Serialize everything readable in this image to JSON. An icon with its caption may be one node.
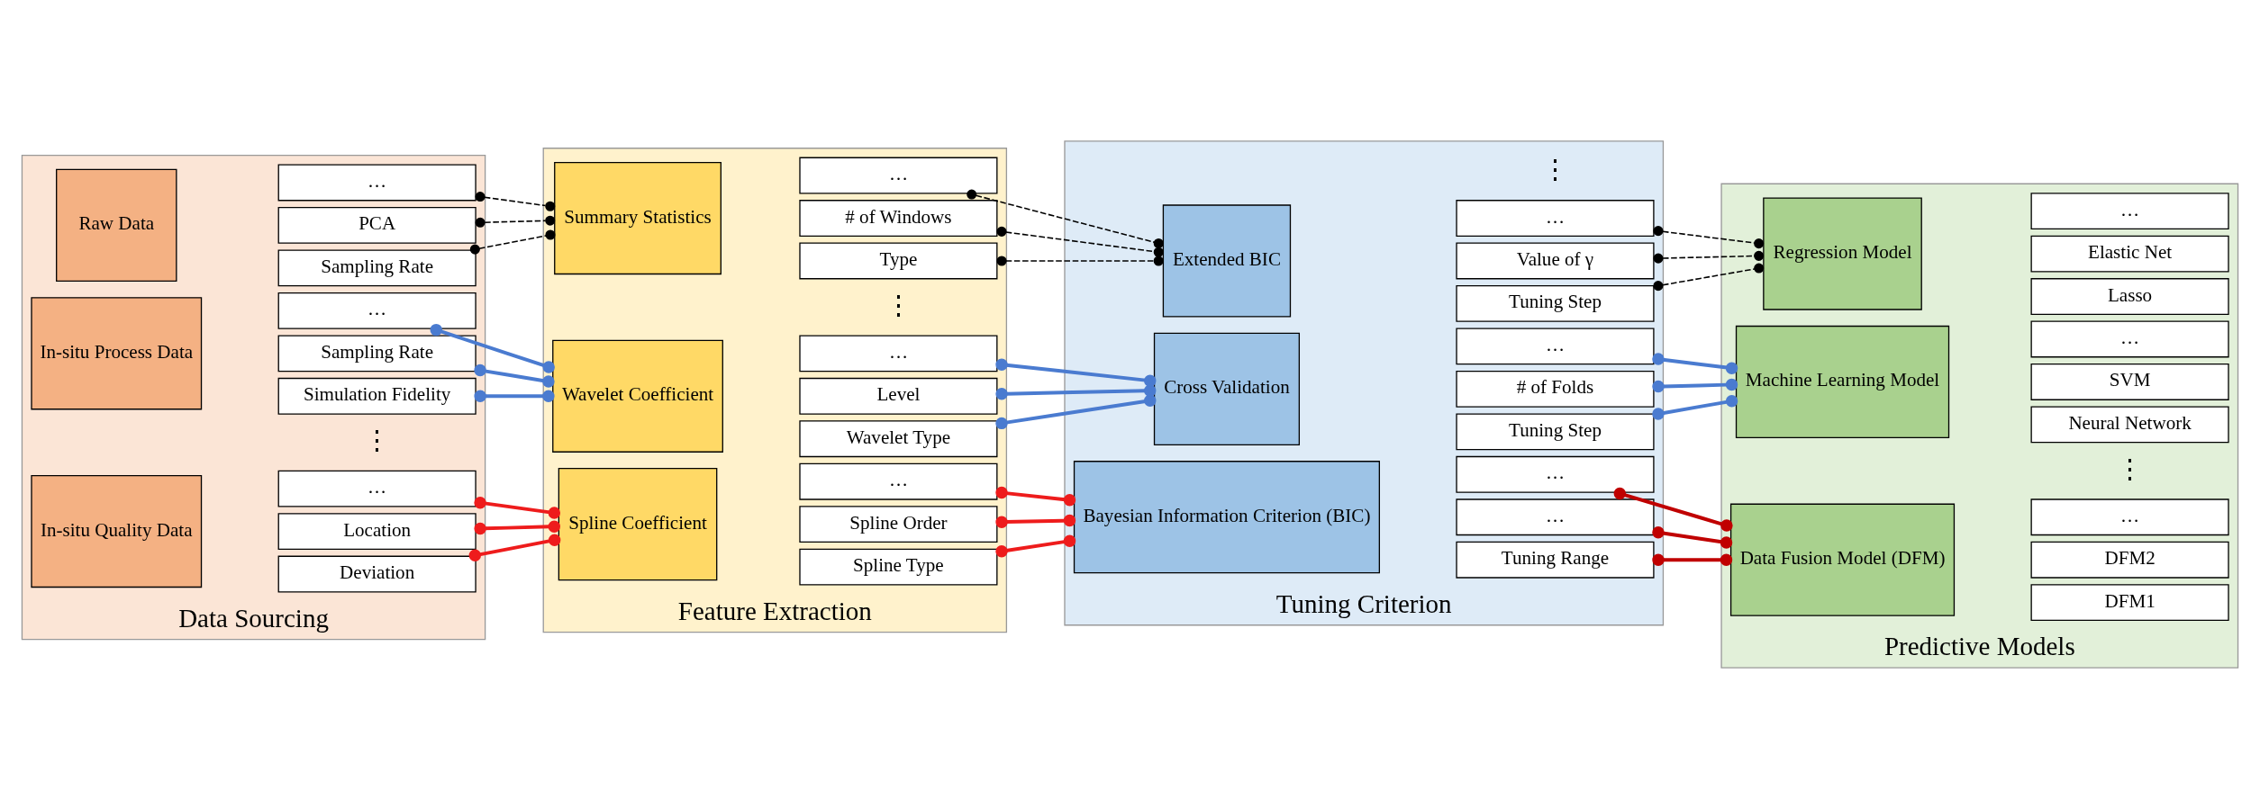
{
  "diagram": {
    "nodes": [
      {
        "text": [
          "Data Sourcing"
        ]
      },
      {
        "text": [
          "Raw Data"
        ],
        "in": 0
      },
      {
        "text": [
          "Sampling Rate"
        ],
        "in": 0
      },
      {
        "text": [
          "PCA"
        ],
        "in": 0
      },
      {
        "text": [
          "…"
        ],
        "in": 0
      },
      {
        "text": [
          "In-situ Process Data"
        ],
        "in": 0
      },
      {
        "text": [
          "Simulation Fidelity"
        ],
        "in": 0
      },
      {
        "text": [
          "Sampling Rate"
        ],
        "in": 0
      },
      {
        "text": [
          "…"
        ],
        "in": 0
      },
      {
        "text": [
          "In-situ Quality Data"
        ],
        "in": 0
      },
      {
        "text": [
          "Deviation"
        ],
        "in": 0
      },
      {
        "text": [
          "Location"
        ],
        "in": 0
      },
      {
        "text": [
          "…"
        ],
        "in": 0
      },
      {
        "text": [
          "Feature Extraction"
        ]
      },
      {
        "text": [
          "Summary Statistics"
        ],
        "in": 13
      },
      {
        "text": [
          "Type"
        ],
        "in": 13
      },
      {
        "text": [
          "# of Windows"
        ],
        "in": 13
      },
      {
        "text": [
          "…"
        ],
        "in": 13
      },
      {
        "text": [
          "Spline Coefficient"
        ],
        "in": 13
      },
      {
        "text": [
          "Spline Type"
        ],
        "in": 13
      },
      {
        "text": [
          "Spline Order"
        ],
        "in": 13
      },
      {
        "text": [
          "…"
        ],
        "in": 13
      },
      {
        "text": [
          "Wavelet Coefficient"
        ],
        "in": 13
      },
      {
        "text": [
          "Wavelet Type"
        ],
        "in": 13
      },
      {
        "text": [
          "Level"
        ],
        "in": 13
      },
      {
        "text": [
          "…"
        ],
        "in": 13
      },
      {
        "text": [
          "Tuning Criterion"
        ]
      },
      {
        "text": [
          "Cross Validation"
        ],
        "in": 26
      },
      {
        "text": [
          "Tuning Step"
        ],
        "in": 26
      },
      {
        "text": [
          "# of Folds"
        ],
        "in": 26
      },
      {
        "text": [
          "…"
        ],
        "in": 26
      },
      {
        "text": [
          "Bayesian Information Criterion (BIC)"
        ],
        "in": 26
      },
      {
        "text": [
          "Tuning Range"
        ],
        "in": 26
      },
      {
        "text": [
          "…"
        ],
        "in": 26
      },
      {
        "text": [
          "…"
        ],
        "in": 26
      },
      {
        "text": [
          "Extended BIC"
        ],
        "in": 26
      },
      {
        "text": [
          "Tuning Step"
        ],
        "in": 26
      },
      {
        "text": [
          "Value of γ"
        ],
        "in": 26
      },
      {
        "text": [
          "…"
        ],
        "in": 26
      },
      {
        "text": [
          "Predictive Models"
        ]
      },
      {
        "text": [
          "Regression Model"
        ],
        "in": 39
      },
      {
        "text": [
          "Lasso"
        ],
        "in": 39
      },
      {
        "text": [
          "Elastic Net"
        ],
        "in": 39
      },
      {
        "text": [
          "…"
        ],
        "in": 39
      },
      {
        "text": [
          "Machine Learning Model"
        ],
        "in": 39
      },
      {
        "text": [
          "Neural Network"
        ],
        "in": 39
      },
      {
        "text": [
          "SVM"
        ],
        "in": 39
      },
      {
        "text": [
          "…"
        ],
        "in": 39
      },
      {
        "text": [
          "Data Fusion Model (DFM)"
        ],
        "in": 39
      },
      {
        "text": [
          "DFM1"
        ],
        "in": 39
      },
      {
        "text": [
          "DFM2"
        ],
        "in": 39
      },
      {
        "text": [
          "…"
        ],
        "in": 39
      }
    ],
    "edges": [
      {
        "from": 2,
        "to": 14,
        "arrow": "other",
        "style": "dashed",
        "color": "#000000"
      },
      {
        "from": 3,
        "to": 14,
        "arrow": "other",
        "style": "dashed",
        "color": "#000000"
      },
      {
        "from": 4,
        "to": 14,
        "arrow": "other",
        "style": "dashed",
        "color": "#000000"
      },
      {
        "from": 6,
        "to": 22,
        "arrow": "other",
        "color": "#4a7bd0"
      },
      {
        "from": 7,
        "to": 22,
        "arrow": "other",
        "color": "#4a7bd0"
      },
      {
        "from": 8,
        "to": 22,
        "arrow": "other",
        "color": "#4a7bd0"
      },
      {
        "from": 10,
        "to": 18,
        "arrow": "other",
        "color": "#ee1c1c"
      },
      {
        "from": 11,
        "to": 18,
        "arrow": "other",
        "color": "#ee1c1c"
      },
      {
        "from": 12,
        "to": 18,
        "arrow": "other",
        "color": "#ee1c1c"
      },
      {
        "from": 15,
        "to": 35,
        "arrow": "other",
        "style": "dashed",
        "color": "#000000"
      },
      {
        "from": 16,
        "to": 35,
        "arrow": "other",
        "style": "dashed",
        "color": "#000000"
      },
      {
        "from": 17,
        "to": 35,
        "arrow": "other",
        "style": "dashed",
        "color": "#000000"
      },
      {
        "from": 19,
        "to": 31,
        "arrow": "other",
        "color": "#ee1c1c"
      },
      {
        "from": 20,
        "to": 31,
        "arrow": "other",
        "color": "#ee1c1c"
      },
      {
        "from": 21,
        "to": 31,
        "arrow": "other",
        "color": "#ee1c1c"
      },
      {
        "from": 23,
        "to": 27,
        "arrow": "other",
        "color": "#4a7bd0"
      },
      {
        "from": 24,
        "to": 27,
        "arrow": "other",
        "color": "#4a7bd0"
      },
      {
        "from": 25,
        "to": 27,
        "arrow": "other",
        "color": "#4a7bd0"
      },
      {
        "from": 28,
        "to": 44,
        "arrow": "other",
        "color": "#4a7bd0"
      },
      {
        "from": 29,
        "to": 44,
        "arrow": "other",
        "color": "#4a7bd0"
      },
      {
        "from": 30,
        "to": 44,
        "arrow": "other",
        "color": "#4a7bd0"
      },
      {
        "from": 32,
        "to": 48,
        "arrow": "other",
        "color": "#c00000"
      },
      {
        "from": 33,
        "to": 48,
        "arrow": "other",
        "color": "#c00000"
      },
      {
        "from": 34,
        "to": 48,
        "arrow": "other",
        "color": "#c00000"
      },
      {
        "from": 36,
        "to": 40,
        "arrow": "other",
        "style": "dashed",
        "color": "#000000"
      },
      {
        "from": 37,
        "to": 40,
        "arrow": "other",
        "style": "dashed",
        "color": "#000000"
      },
      {
        "from": 38,
        "to": 40,
        "arrow": "other",
        "style": "dashed",
        "color": "#000000"
      }
    ],
    "labels": [
      "⋮",
      "⋮",
      "⋮",
      "⋮"
    ]
  }
}
